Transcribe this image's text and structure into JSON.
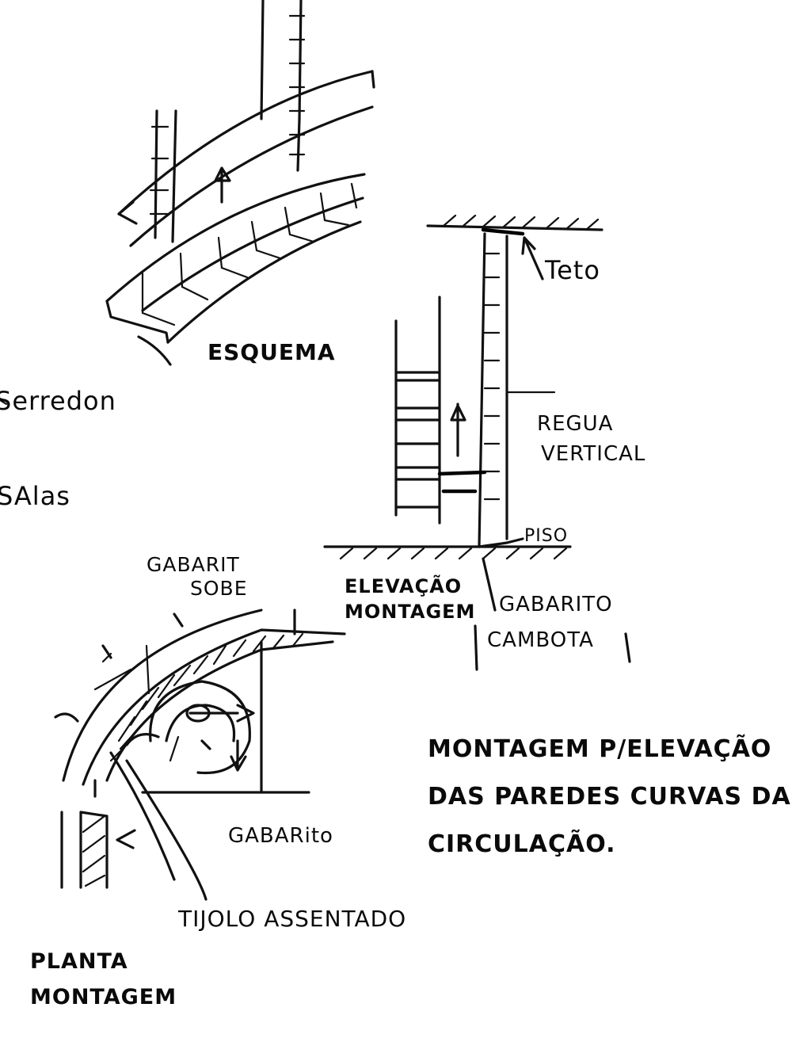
{
  "labels": {
    "esquema": "ESQUEMA",
    "teto": "Teto",
    "regua_line1": "REGUA",
    "regua_line2": "VERTICAL",
    "piso": "PISO",
    "gabarit_line1": "GABARIT",
    "gabarit_line2": "SOBE",
    "elevacao_line1": "ELEVAÇÃO",
    "elevacao_line2": "MONTAGEM",
    "gabarito_cambota_line1": "GABARITO",
    "gabarito_cambota_line2": "CAMBOTA",
    "gabarito": "GABARito",
    "tijolo": "TIJOLO ASSENTADO",
    "planta_line1": "PLANTA",
    "planta_line2": "MONTAGEM",
    "margin_1": "Serredon",
    "margin_2": "SAlas"
  },
  "caption": {
    "line1": "MONTAGEM P/ELEVAÇÃO",
    "line2": "DAS PAREDES CURVAS DA",
    "line3": "CIRCULAÇÃO."
  }
}
